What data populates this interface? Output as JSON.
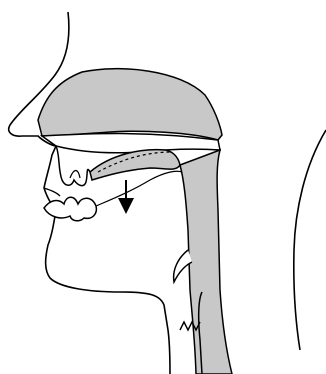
{
  "figure": {
    "kind": "midsagittal-head-section",
    "has_text": false,
    "colors": {
      "background": "#ffffff",
      "outline": "#000000",
      "shaded_cavity": "#c8c8c8"
    },
    "parts": [
      {
        "id": "nasal-cavity",
        "shaded": true
      },
      {
        "id": "hard-palate",
        "shaded": false
      },
      {
        "id": "soft-palate-velum",
        "shaded": true
      },
      {
        "id": "pharynx",
        "shaded": true
      },
      {
        "id": "larynx",
        "shaded": true
      },
      {
        "id": "vocal-folds",
        "shaded": false
      },
      {
        "id": "epiglottis",
        "shaded": false
      },
      {
        "id": "oral-cavity",
        "shaded": false
      },
      {
        "id": "upper-teeth",
        "shaded": false
      },
      {
        "id": "lower-teeth",
        "shaded": false
      },
      {
        "id": "lips",
        "shaded": false
      },
      {
        "id": "back-of-neck",
        "shaded": false
      }
    ],
    "annotations": [
      {
        "id": "velum-movement-arrow",
        "direction": "down"
      },
      {
        "id": "raised-velum-dashed-line",
        "style": "dashed"
      }
    ]
  }
}
